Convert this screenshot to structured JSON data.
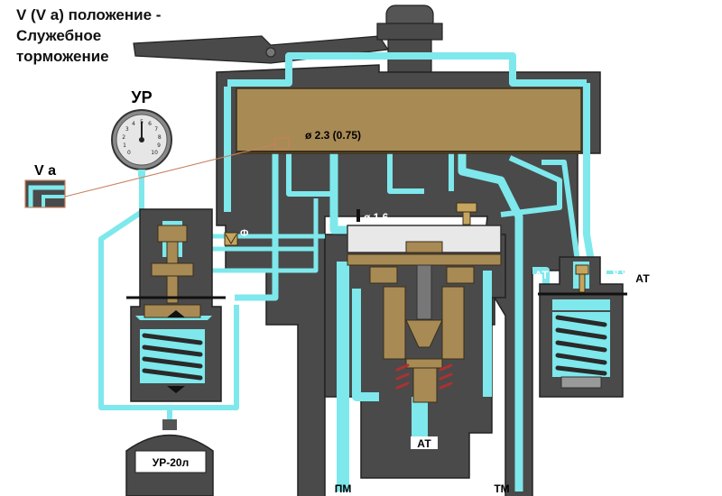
{
  "title": {
    "line1": "V (V a) положение -",
    "line2": "Служебное",
    "line3": "торможение"
  },
  "gauge": {
    "label": "УР",
    "ticks": [
      "0",
      "1",
      "2",
      "3",
      "4",
      "5",
      "6",
      "7",
      "8",
      "9",
      "10"
    ]
  },
  "inset": {
    "label": "V a"
  },
  "labels": {
    "d23": "ø 2.3 (0.75)",
    "d16": "ø 1.6",
    "d045": "ø 0.45",
    "phi": "Ф",
    "at_center": "АТ",
    "at_right_left": "АТ",
    "at_right_right": "АТ",
    "pm": "ПМ",
    "tm": "ТМ",
    "reservoir": "УР-20л"
  },
  "colors": {
    "body": "#4a4a4a",
    "channel": "#7ee8ec",
    "slide": "#a88a55",
    "spring": "#2a2a2a"
  }
}
